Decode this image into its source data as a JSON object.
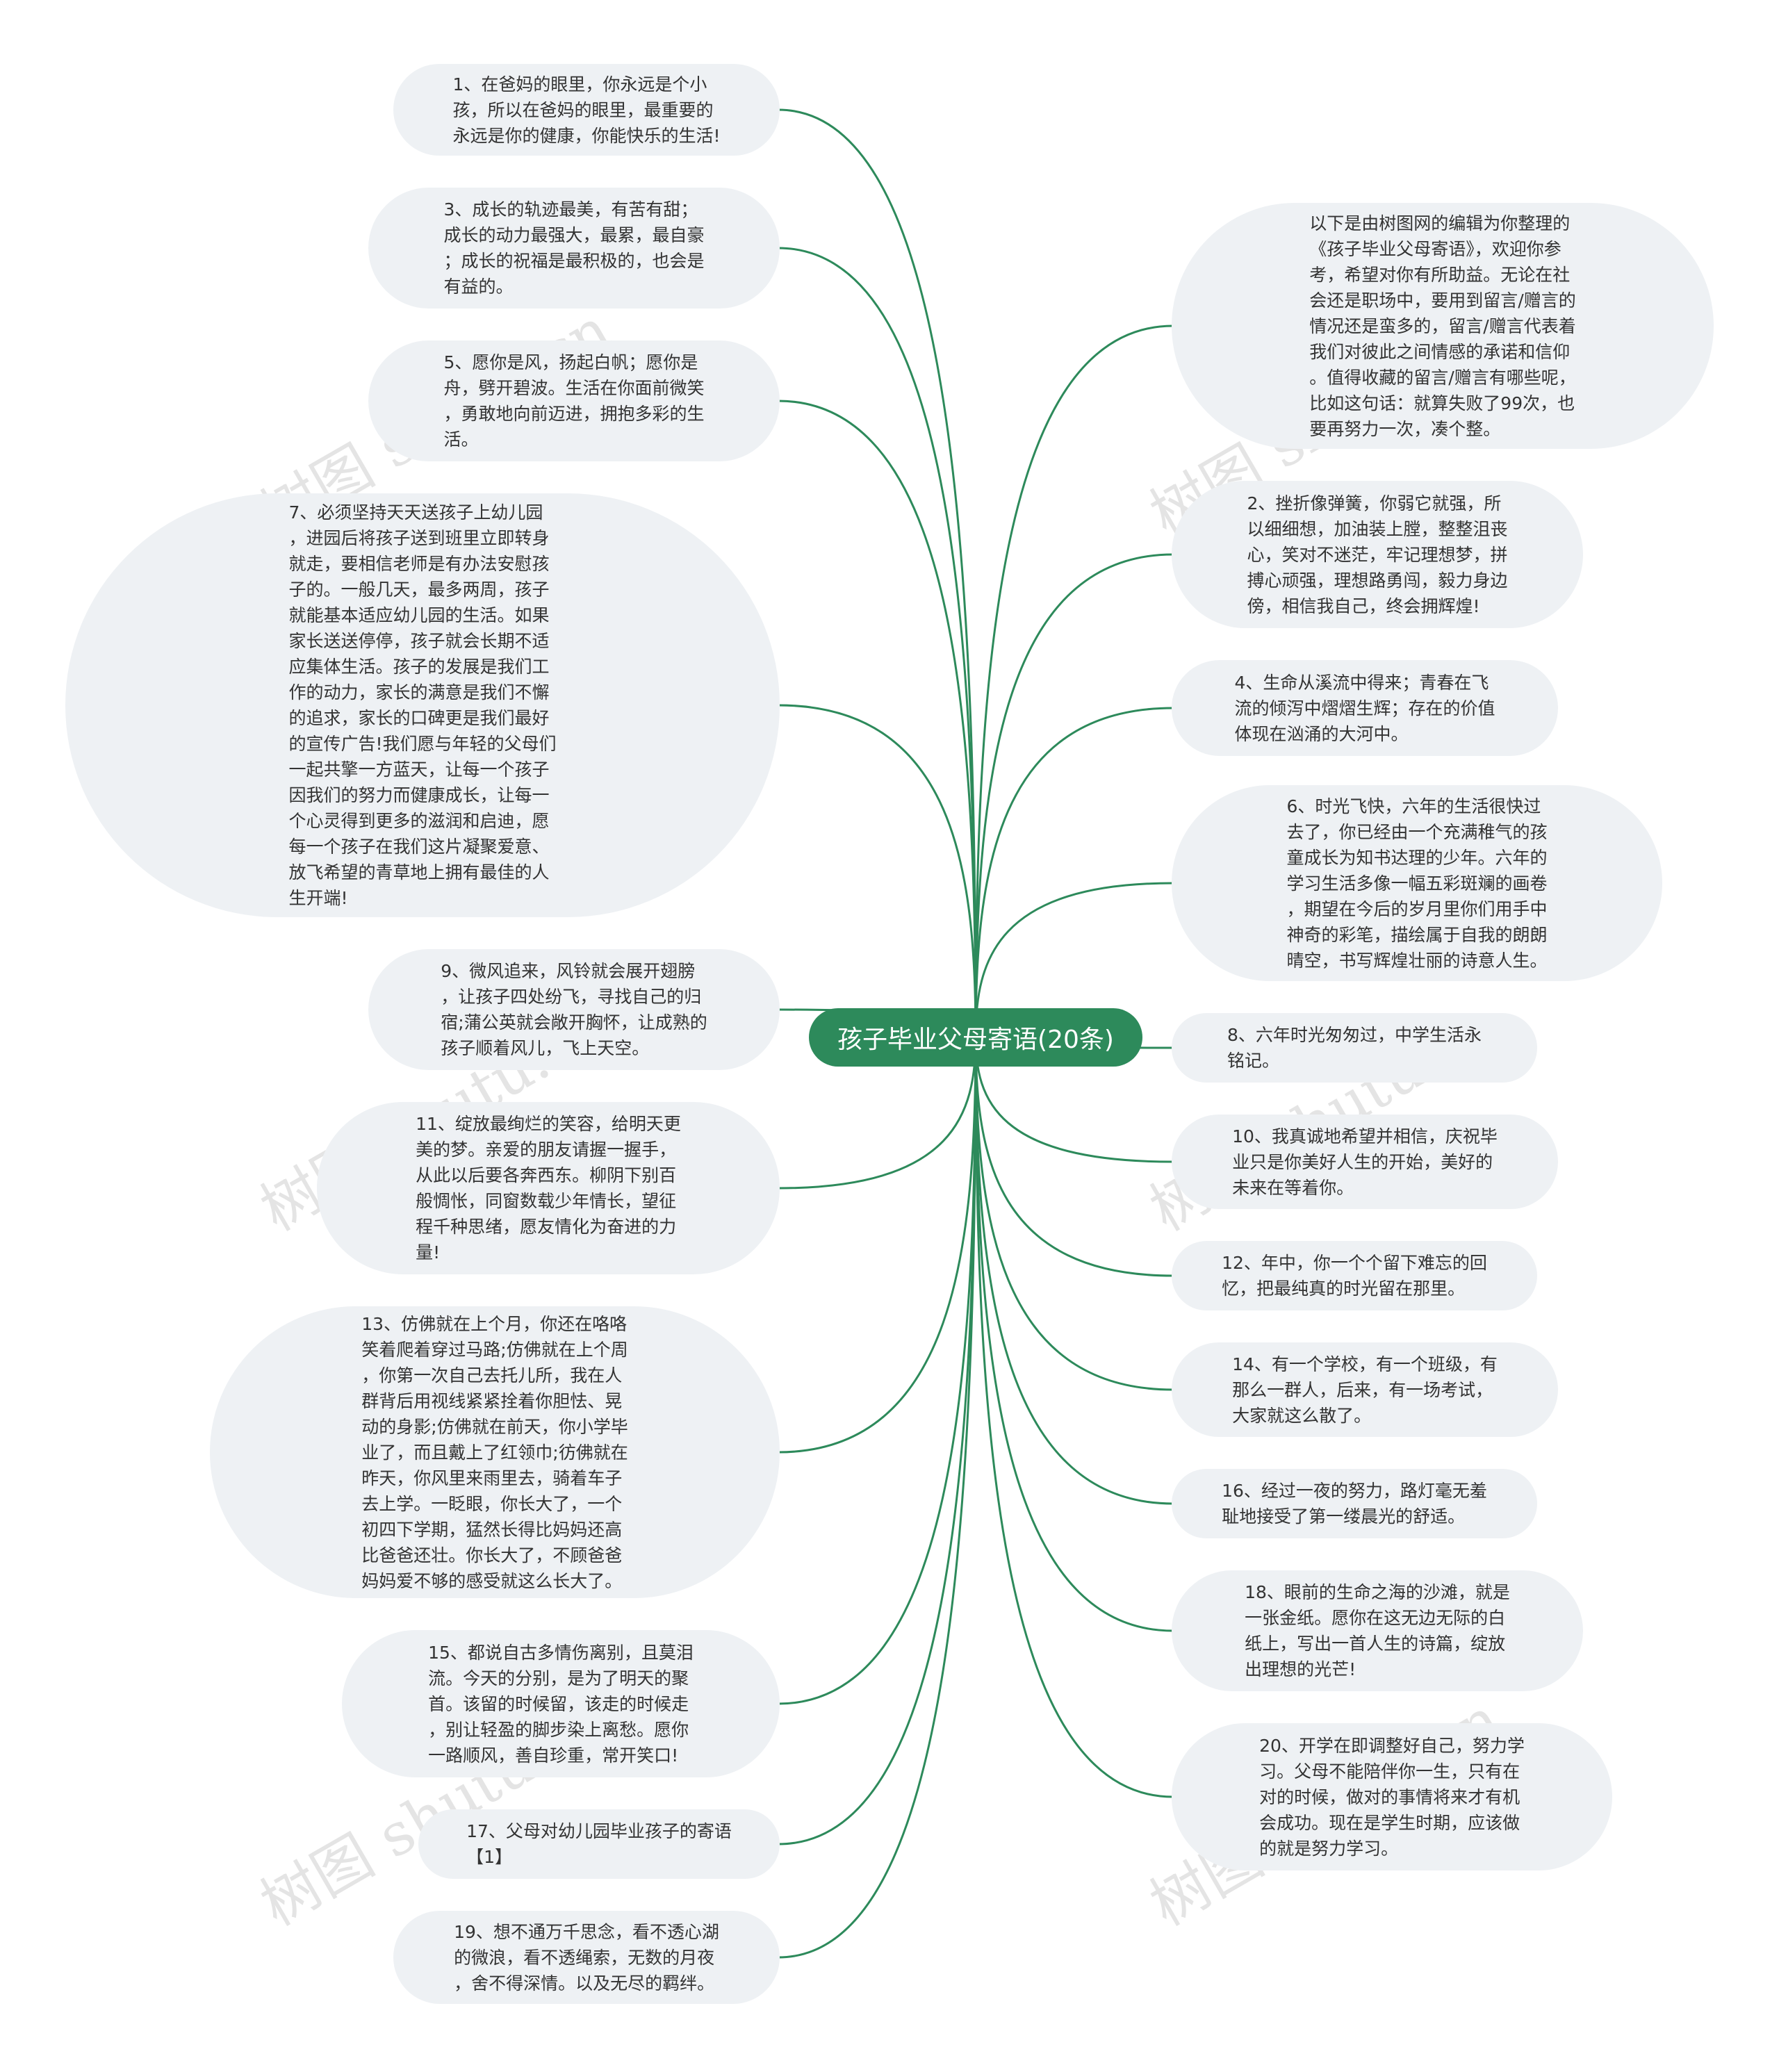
{
  "root": {
    "label": "孩子毕业父母寄语(20条)"
  },
  "watermark": "树图 shutu.cn",
  "colors": {
    "line": "#2d8a5b",
    "root_fill": "#2d8a5b",
    "node_fill": "#eef1f4",
    "text": "#333333"
  },
  "nodes": [
    {
      "id": "n1",
      "text": "1、在爸妈的眼里，你永远是个小\n孩，所以在爸妈的眼里，最重要的\n永远是你的健康，你能快乐的生活!"
    },
    {
      "id": "n3",
      "text": "3、成长的轨迹最美，有苦有甜；\n成长的动力最强大，最累，最自豪\n；成长的祝福是最积极的，也会是\n有益的。"
    },
    {
      "id": "n5",
      "text": "5、愿你是风，扬起白帆；愿你是\n舟，劈开碧波。生活在你面前微笑\n，勇敢地向前迈进，拥抱多彩的生\n活。"
    },
    {
      "id": "n7",
      "text": "7、必须坚持天天送孩子上幼儿园\n，进园后将孩子送到班里立即转身\n就走，要相信老师是有办法安慰孩\n子的。一般几天，最多两周，孩子\n就能基本适应幼儿园的生活。如果\n家长送送停停，孩子就会长期不适\n应集体生活。孩子的发展是我们工\n作的动力，家长的满意是我们不懈\n的追求，家长的口碑更是我们最好\n的宣传广告!我们愿与年轻的父母们\n一起共擎一方蓝天，让每一个孩子\n因我们的努力而健康成长，让每一\n个心灵得到更多的滋润和启迪，愿\n每一个孩子在我们这片凝聚爱意、\n放飞希望的青草地上拥有最佳的人\n生开端!"
    },
    {
      "id": "n9",
      "text": "9、微风追来，风铃就会展开翅膀\n，让孩子四处纷飞，寻找自己的归\n宿;蒲公英就会敞开胸怀，让成熟的\n孩子顺着风儿，飞上天空。"
    },
    {
      "id": "n11",
      "text": "11、绽放最绚烂的笑容，给明天更\n美的梦。亲爱的朋友请握一握手，\n从此以后要各奔西东。柳阴下别百\n般惆怅，同窗数载少年情长，望征\n程千种思绪，愿友情化为奋进的力\n量!"
    },
    {
      "id": "n13",
      "text": "13、仿佛就在上个月，你还在咯咯\n笑着爬着穿过马路;仿佛就在上个周\n，你第一次自己去托儿所，我在人\n群背后用视线紧紧拴着你胆怯、晃\n动的身影;仿佛就在前天，你小学毕\n业了，而且戴上了红领巾;彷佛就在\n昨天，你风里来雨里去，骑着车子\n去上学。一眨眼，你长大了，一个\n初四下学期，猛然长得比妈妈还高\n比爸爸还壮。你长大了，不顾爸爸\n妈妈爱不够的感受就这么长大了。"
    },
    {
      "id": "n15",
      "text": "15、都说自古多情伤离别，且莫泪\n流。今天的分别，是为了明天的聚\n首。该留的时候留，该走的时候走\n，别让轻盈的脚步染上离愁。愿你\n一路顺风，善自珍重，常开笑口!"
    },
    {
      "id": "n17",
      "text": "17、父母对幼儿园毕业孩子的寄语\n【1】"
    },
    {
      "id": "n19",
      "text": "19、想不通万千思念，看不透心湖\n的微浪，看不透绳索，无数的月夜\n，舍不得深情。以及无尽的羁绊。"
    },
    {
      "id": "intro",
      "text": "以下是由树图网的编辑为你整理的\n《孩子毕业父母寄语》，欢迎你参\n考，希望对你有所助益。无论在社\n会还是职场中，要用到留言/赠言的\n情况还是蛮多的，留言/赠言代表着\n我们对彼此之间情感的承诺和信仰\n。值得收藏的留言/赠言有哪些呢，\n比如这句话：就算失败了99次，也\n要再努力一次，凑个整。"
    },
    {
      "id": "n2",
      "text": "2、挫折像弹簧，你弱它就强，所\n以细细想，加油装上膛，整整沮丧\n心，笑对不迷茫，牢记理想梦，拼\n搏心顽强，理想路勇闯，毅力身边\n傍，相信我自己，终会拥辉煌!"
    },
    {
      "id": "n4",
      "text": "4、生命从溪流中得来；青春在飞\n流的倾泻中熠熠生辉；存在的价值\n体现在汹涌的大河中。"
    },
    {
      "id": "n6",
      "text": "6、时光飞快，六年的生活很快过\n去了，你已经由一个充满稚气的孩\n童成长为知书达理的少年。六年的\n学习生活多像一幅五彩斑斓的画卷\n，期望在今后的岁月里你们用手中\n神奇的彩笔，描绘属于自我的朗朗\n晴空，书写辉煌壮丽的诗意人生。"
    },
    {
      "id": "n8",
      "text": "8、六年时光匆匆过，中学生活永\n铭记。"
    },
    {
      "id": "n10",
      "text": "10、我真诚地希望并相信，庆祝毕\n业只是你美好人生的开始，美好的\n未来在等着你。"
    },
    {
      "id": "n12",
      "text": "12、年中，你一个个留下难忘的回\n忆，把最纯真的时光留在那里。"
    },
    {
      "id": "n14",
      "text": "14、有一个学校，有一个班级，有\n那么一群人，后来，有一场考试，\n大家就这么散了。"
    },
    {
      "id": "n16",
      "text": "16、经过一夜的努力，路灯毫无羞\n耻地接受了第一缕晨光的舒适。"
    },
    {
      "id": "n18",
      "text": "18、眼前的生命之海的沙滩，就是\n一张金纸。愿你在这无边无际的白\n纸上，写出一首人生的诗篇，绽放\n出理想的光芒!"
    },
    {
      "id": "n20",
      "text": "20、开学在即调整好自己，努力学\n习。父母不能陪伴你一生，只有在\n对的时候，做对的事情将来才有机\n会成功。现在是学生时期，应该做\n的就是努力学习。"
    }
  ]
}
